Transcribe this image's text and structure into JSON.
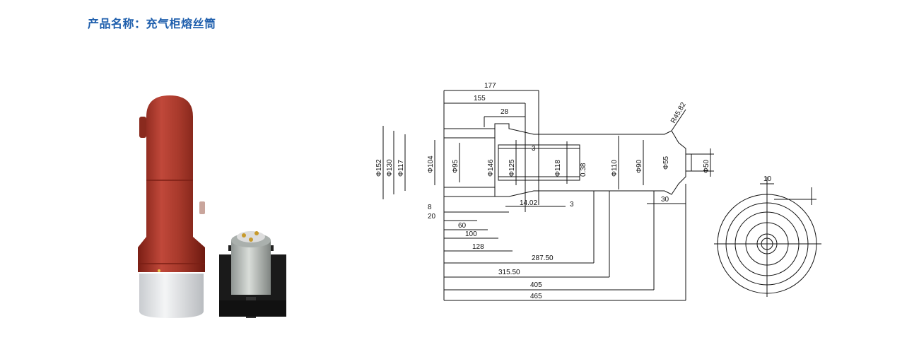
{
  "header": {
    "title": "产品名称：充气柜熔丝筒"
  },
  "drawing": {
    "dims_h": [
      "177",
      "155",
      "28",
      "14.02",
      "8",
      "20",
      "60",
      "100",
      "128",
      "287.50",
      "315.50",
      "405",
      "465",
      "30",
      "10"
    ],
    "dims_v": [
      "Φ152",
      "Φ130",
      "Φ117",
      "Φ104",
      "Φ95",
      "Φ146",
      "Φ125",
      "Φ118",
      "0.38",
      "Φ110",
      "Φ90",
      "Φ55",
      "Φ50"
    ],
    "small": [
      "3",
      "3"
    ],
    "radius": "R45.82"
  },
  "colors": {
    "title": "#1f5fad",
    "body_red": "#a93a2c",
    "base_white": "#e8eaec"
  }
}
